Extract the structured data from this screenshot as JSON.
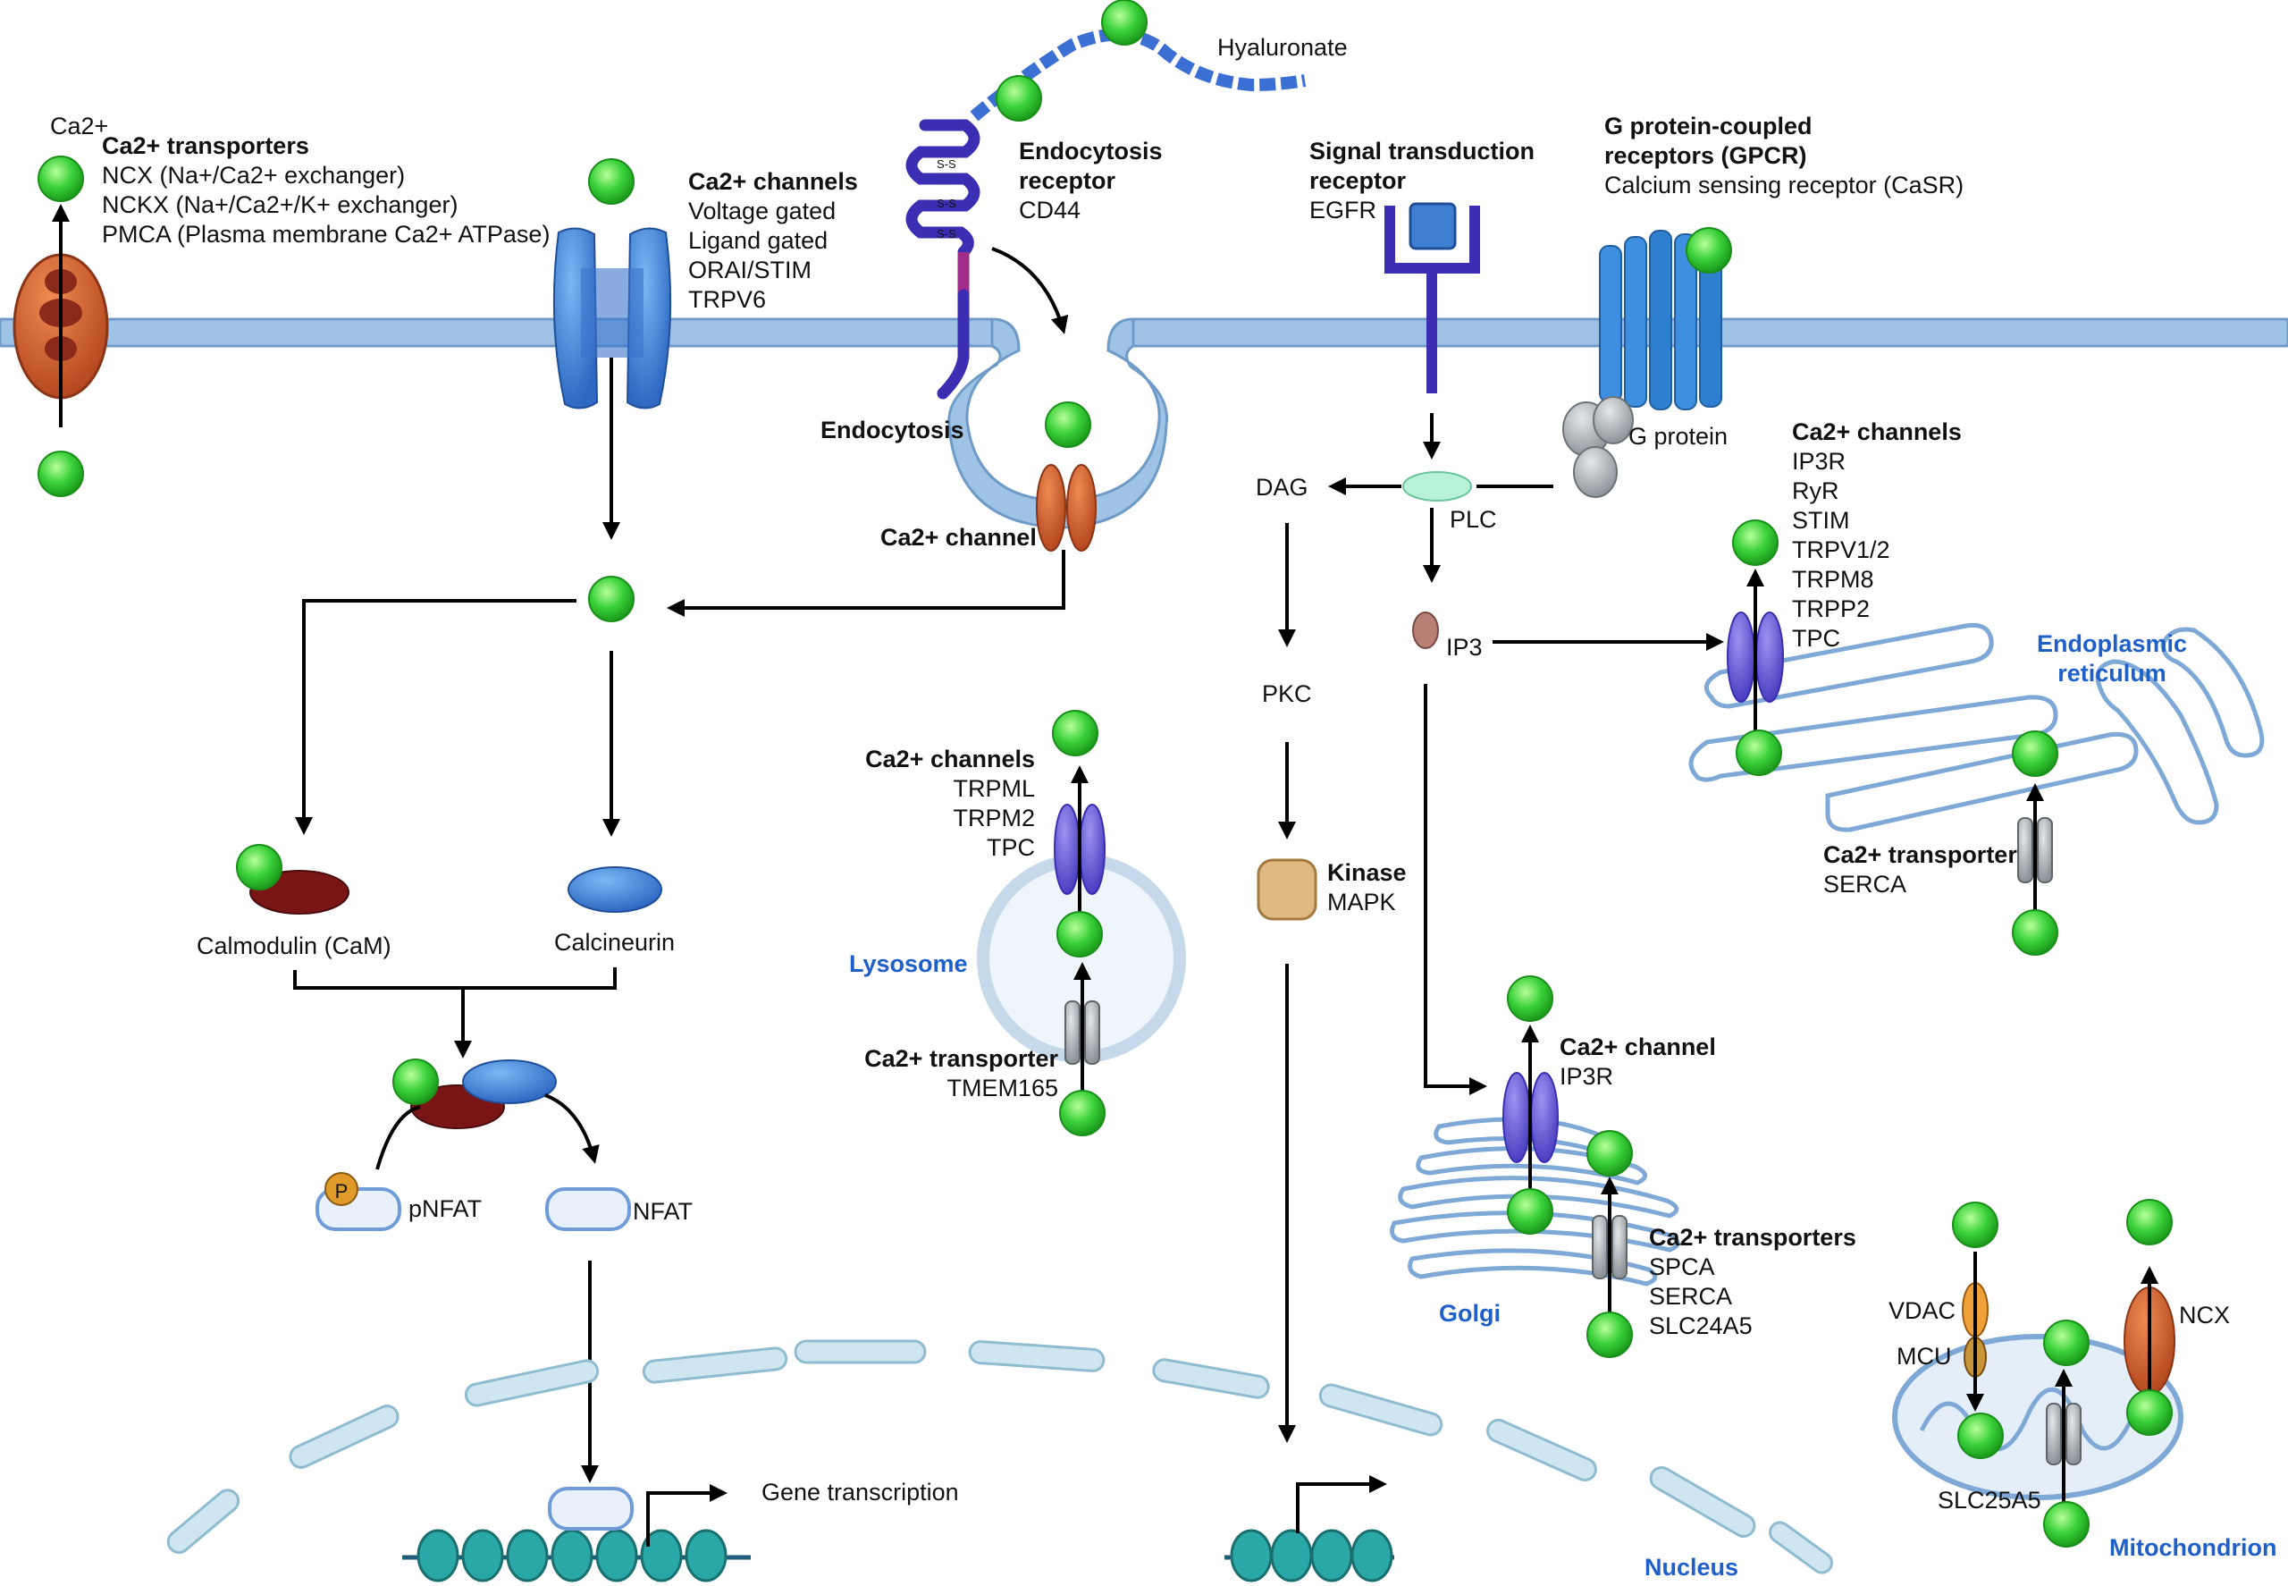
{
  "labels": {
    "ca_top": "Ca2+",
    "ca_transporters_title": "Ca2+ transporters",
    "ncx": "NCX (Na+/Ca2+ exchanger)",
    "nckx": "NCKX (Na+/Ca2+/K+ exchanger)",
    "pmca": "PMCA (Plasma membrane Ca2+ ATPase)",
    "ca_channels_title": "Ca2+ channels",
    "voltage_gated": "Voltage gated",
    "ligand_gated": "Ligand gated",
    "orai_stim": "ORAI/STIM",
    "trpv6": "TRPV6",
    "hyaluronate": "Hyaluronate",
    "endocytosis_receptor_1": "Endocytosis",
    "endocytosis_receptor_2": "receptor",
    "cd44": "CD44",
    "endocytosis": "Endocytosis",
    "ca_channel": "Ca2+ channel",
    "ss": "S-S",
    "signal_receptor_1": "Signal transduction",
    "signal_receptor_2": "receptor",
    "egfr": "EGFR",
    "gpcr_1": "G protein-coupled",
    "gpcr_2": "receptors (GPCR)",
    "casr": "Calcium sensing receptor (CaSR)",
    "g_protein": "G protein",
    "dag": "DAG",
    "plc": "PLC",
    "pkc": "PKC",
    "ip3": "IP3",
    "er_channels_title": "Ca2+ channels",
    "er_channels": [
      "IP3R",
      "RyR",
      "STIM",
      "TRPV1/2",
      "TRPM8",
      "TRPP2",
      "TPC"
    ],
    "er_1": "Endoplasmic",
    "er_2": "reticulum",
    "er_transporter_title": "Ca2+ transporter",
    "serca": "SERCA",
    "lyso_channels_title": "Ca2+ channels",
    "lyso_channels": [
      "TRPML",
      "TRPM2",
      "TPC"
    ],
    "lysosome": "Lysosome",
    "lyso_transporter_title": "Ca2+ transporter",
    "tmem165": "TMEM165",
    "kinase": "Kinase",
    "mapk": "MAPK",
    "calmodulin": "Calmodulin (CaM)",
    "calcineurin": "Calcineurin",
    "p": "P",
    "pnfat": "pNFAT",
    "nfat": "NFAT",
    "golgi_channel_title": "Ca2+ channel",
    "golgi_ip3r": "IP3R",
    "golgi_transporters_title": "Ca2+ transporters",
    "golgi_transporters": [
      "SPCA",
      "SERCA",
      "SLC24A5"
    ],
    "golgi": "Golgi",
    "gene_transcription": "Gene transcription",
    "nucleus": "Nucleus",
    "vdac": "VDAC",
    "mcu": "MCU",
    "ncx_mito": "NCX",
    "slc25a5": "SLC25A5",
    "mitochondrion": "Mitochondrion"
  },
  "colors": {
    "calcium": "#33cc33",
    "membrane": "#8db4dd",
    "label_blue": "#1f5fc9",
    "channel_blue": "#3f7fd1",
    "channel_purple": "#6b5ed8",
    "transporter_orange": "#d4663a"
  }
}
